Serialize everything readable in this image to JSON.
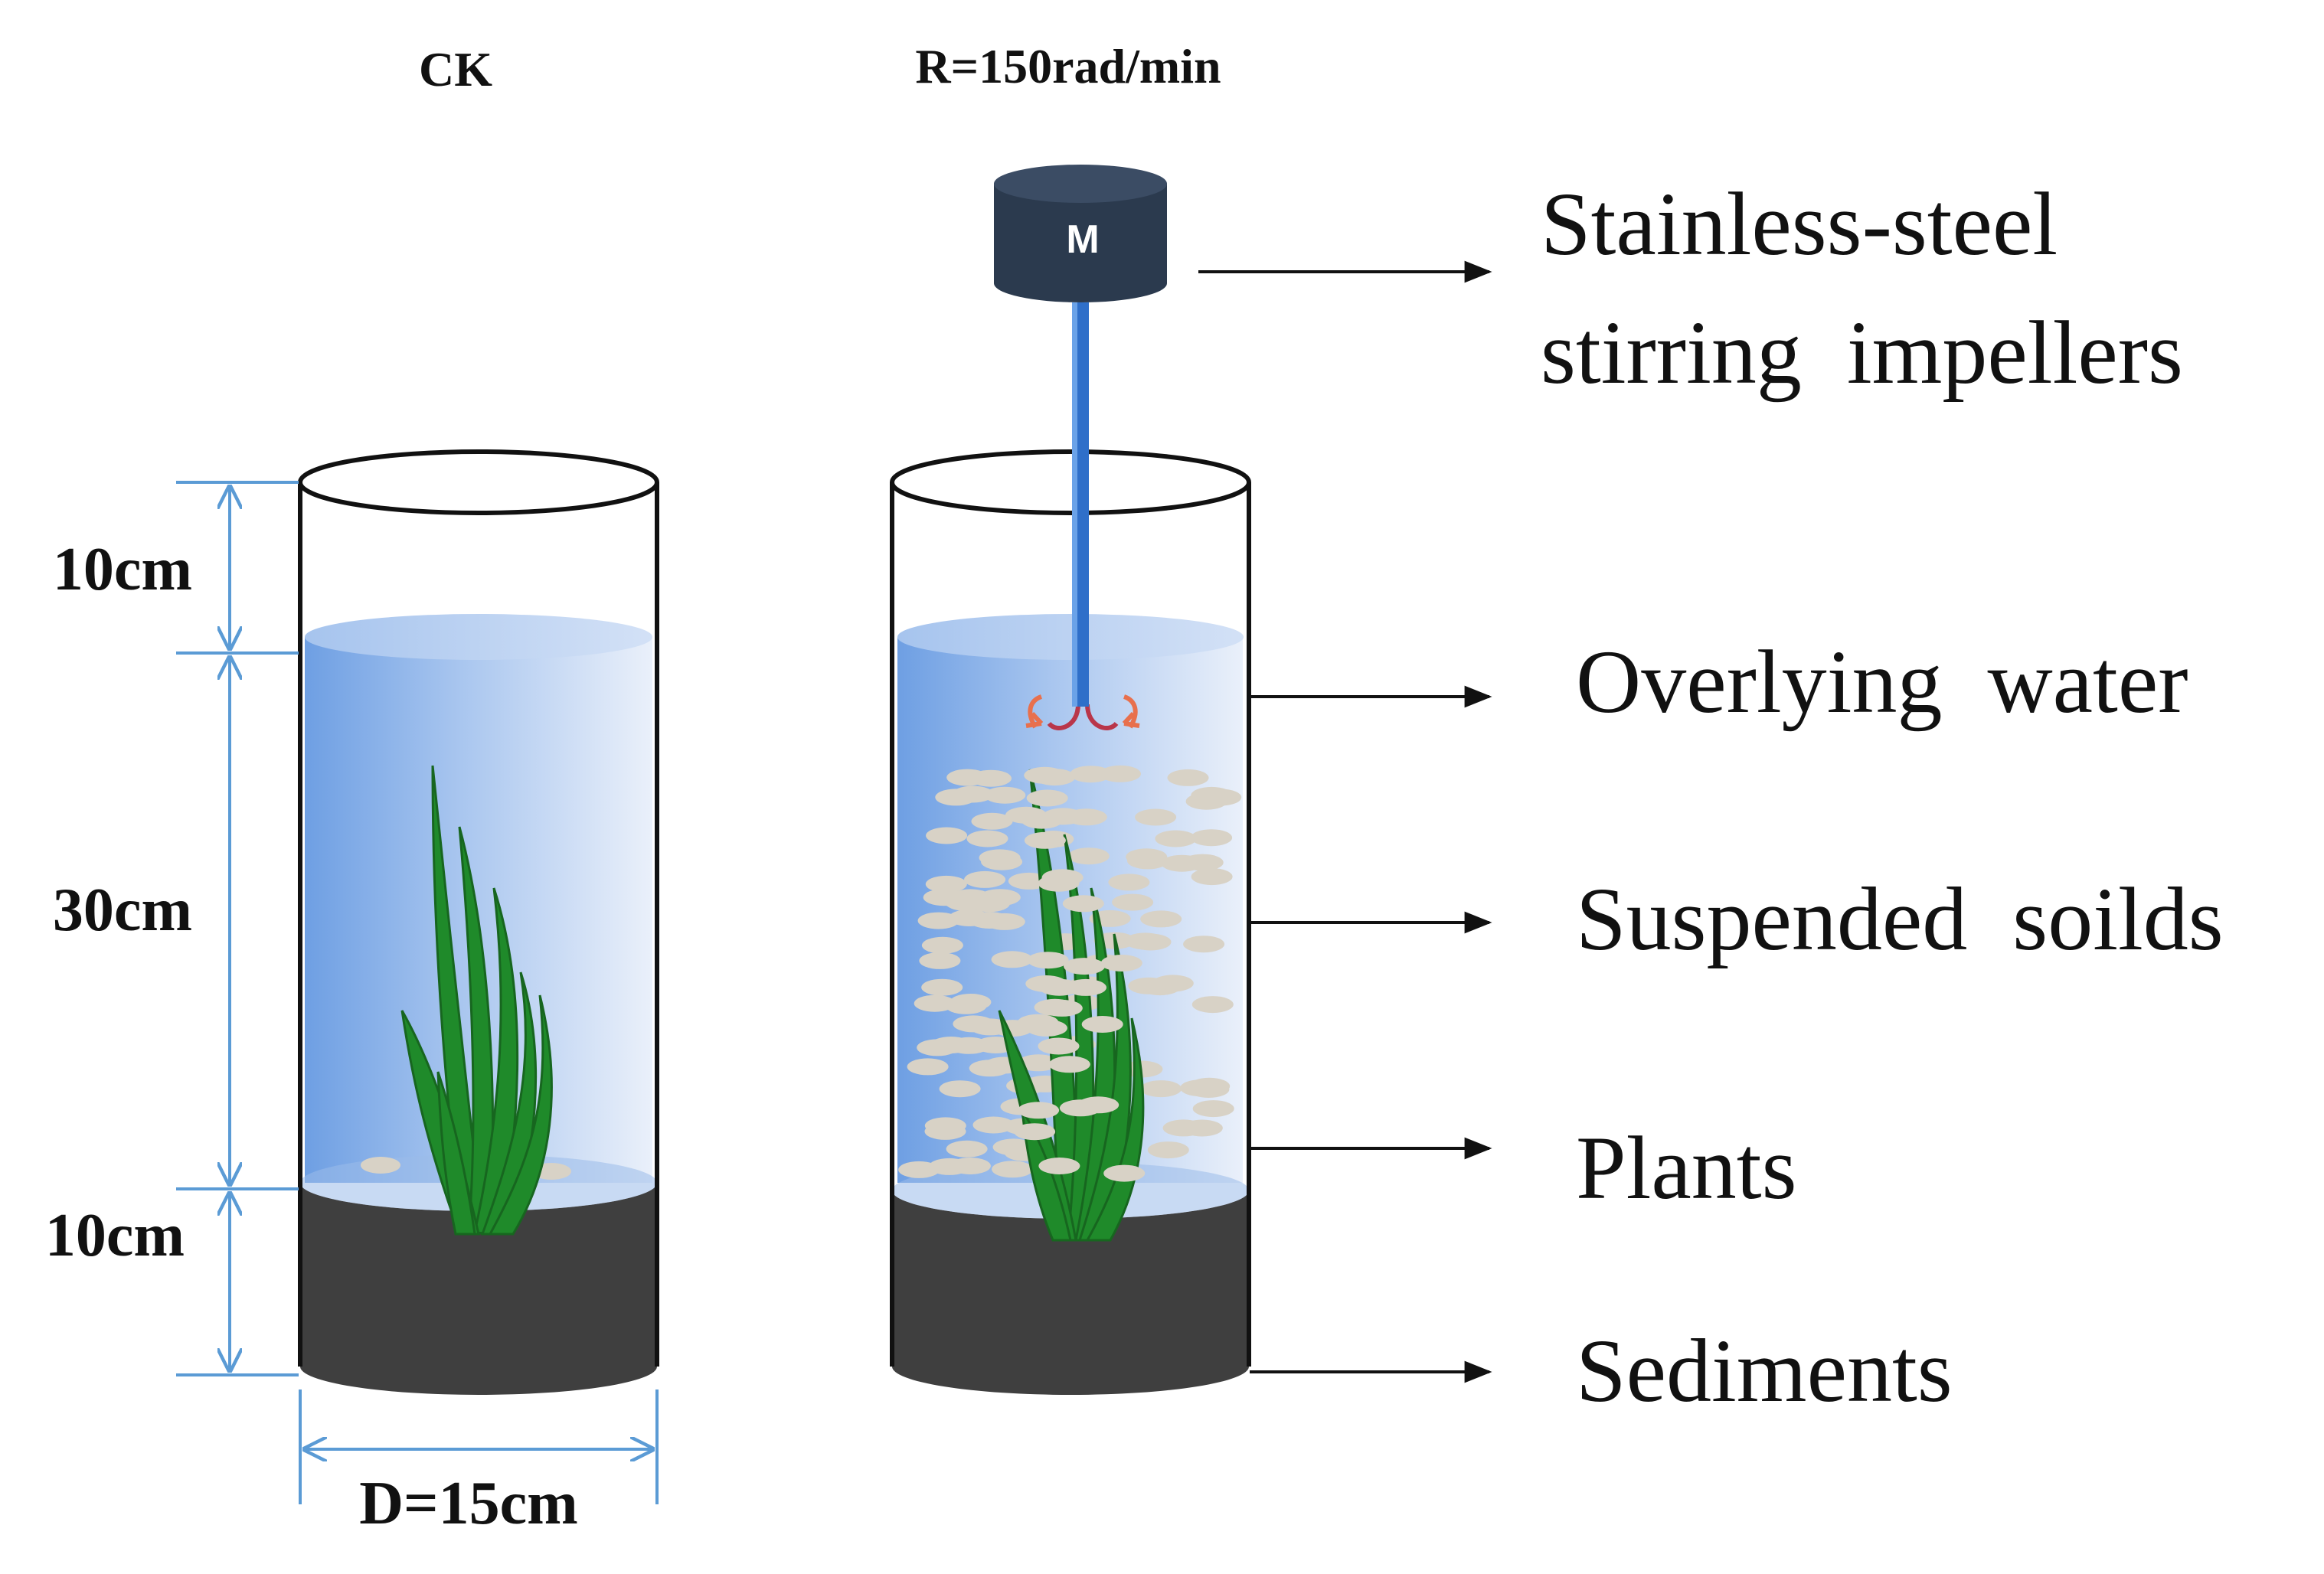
{
  "headings": {
    "control": "CK",
    "treatment": "R=150rad/min"
  },
  "dimensions": {
    "top_gap": "10cm",
    "water_depth": "30cm",
    "sediment_depth": "10cm",
    "diameter": "D=15cm"
  },
  "motor": {
    "label": "M"
  },
  "callouts": {
    "impeller_line1": "Stainless-steel",
    "impeller_line2": "stirring  impellers",
    "water": "Overlying  water",
    "solids": "Suspended  soilds",
    "plants": "Plants",
    "sediments": "Sediments"
  },
  "colors": {
    "water_light": "#e4ecf8",
    "water_dark": "#7ea8e6",
    "sediment": "#3f3f3f",
    "plant": "#1f8a2a",
    "dimension_line": "#5b9bd5",
    "motor": "#2b3a4e",
    "shaft": "#2f6fc9",
    "impeller": "#e8704d",
    "particle": "#d8d2c6"
  }
}
